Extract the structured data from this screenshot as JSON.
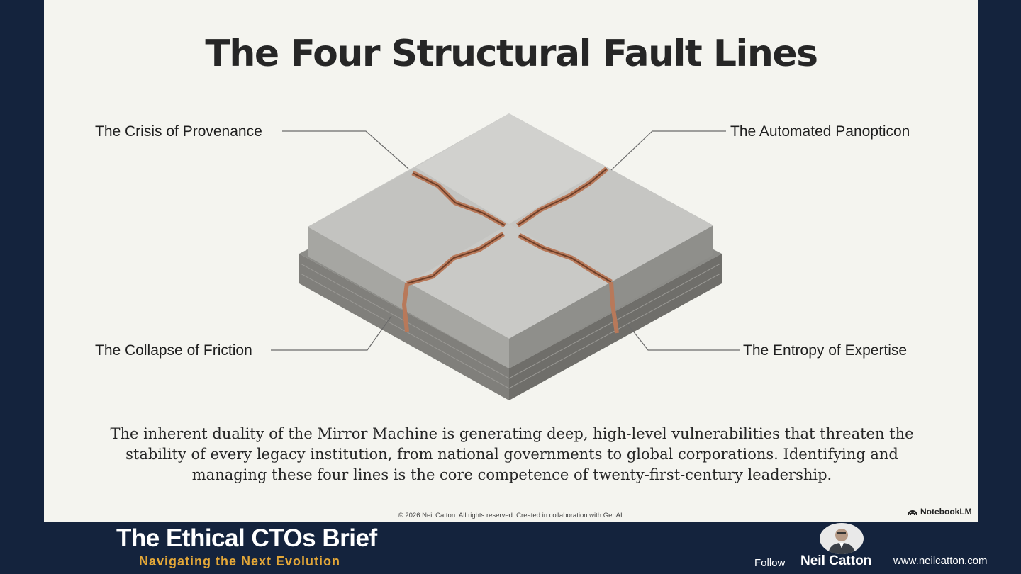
{
  "slide": {
    "title": "The Four Structural Fault Lines",
    "fault_lines": [
      "The Crisis of Provenance",
      "The Automated Panopticon",
      "The Collapse of Friction",
      "The Entropy of Expertise"
    ],
    "body": "The inherent duality of the Mirror Machine is generating deep, high-level vulnerabilities that threaten the stability of every legacy institution, from national governments to global corporations. Identifying and managing these four lines is the core competence of twenty-first-century leadership.",
    "copyright": "© 2026 Neil Catton. All rights reserved. Created in collaboration with GenAI.",
    "tool_badge": "NotebookLM"
  },
  "footer": {
    "brand_title": "The Ethical CTOs Brief",
    "brand_subtitle": "Navigating the Next Evolution",
    "follow_label": "Follow",
    "author_name": "Neil Catton",
    "website": "www.neilcatton.com"
  },
  "colors": {
    "background": "#14233d",
    "slide": "#f4f4ef",
    "accent": "#e3a738"
  }
}
